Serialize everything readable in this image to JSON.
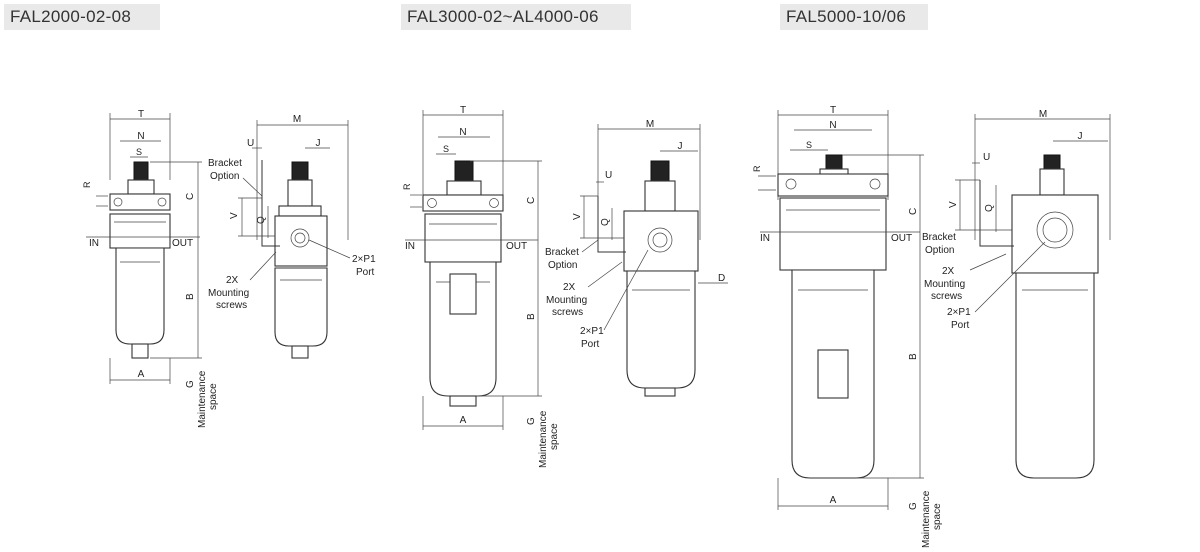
{
  "models": [
    {
      "title": "FAL2000-02-08",
      "front": {
        "dims": [
          "T",
          "N",
          "S",
          "R",
          "C",
          "B",
          "A",
          "G"
        ],
        "ports": [
          "IN",
          "OUT"
        ],
        "maintenance": [
          "Maintenance",
          "space"
        ]
      },
      "side": {
        "dims": [
          "M",
          "U",
          "J",
          "V",
          "Q"
        ],
        "bracket": [
          "Bracket",
          "Option"
        ],
        "screws": [
          "2X",
          "Mounting",
          "screws"
        ],
        "port": [
          "2×P1",
          "Port"
        ]
      }
    },
    {
      "title": "FAL3000-02~AL4000-06",
      "front": {
        "dims": [
          "T",
          "N",
          "S",
          "R",
          "C",
          "B",
          "A",
          "G"
        ],
        "ports": [
          "IN",
          "OUT"
        ],
        "maintenance": [
          "Maintenance",
          "space"
        ]
      },
      "side": {
        "dims": [
          "M",
          "U",
          "J",
          "V",
          "Q",
          "D"
        ],
        "bracket": [
          "Bracket",
          "Option"
        ],
        "screws": [
          "2X",
          "Mounting",
          "screws"
        ],
        "port": [
          "2×P1",
          "Port"
        ]
      }
    },
    {
      "title": "FAL5000-10/06",
      "front": {
        "dims": [
          "T",
          "N",
          "S",
          "R",
          "C",
          "B",
          "A",
          "G"
        ],
        "ports": [
          "IN",
          "OUT"
        ],
        "maintenance": [
          "Maintenance",
          "space"
        ]
      },
      "side": {
        "dims": [
          "M",
          "U",
          "J",
          "V",
          "Q"
        ],
        "bracket": [
          "Bracket",
          "Option"
        ],
        "screws": [
          "2X",
          "Mounting",
          "screws"
        ],
        "port": [
          "2×P1",
          "Port"
        ]
      }
    }
  ]
}
